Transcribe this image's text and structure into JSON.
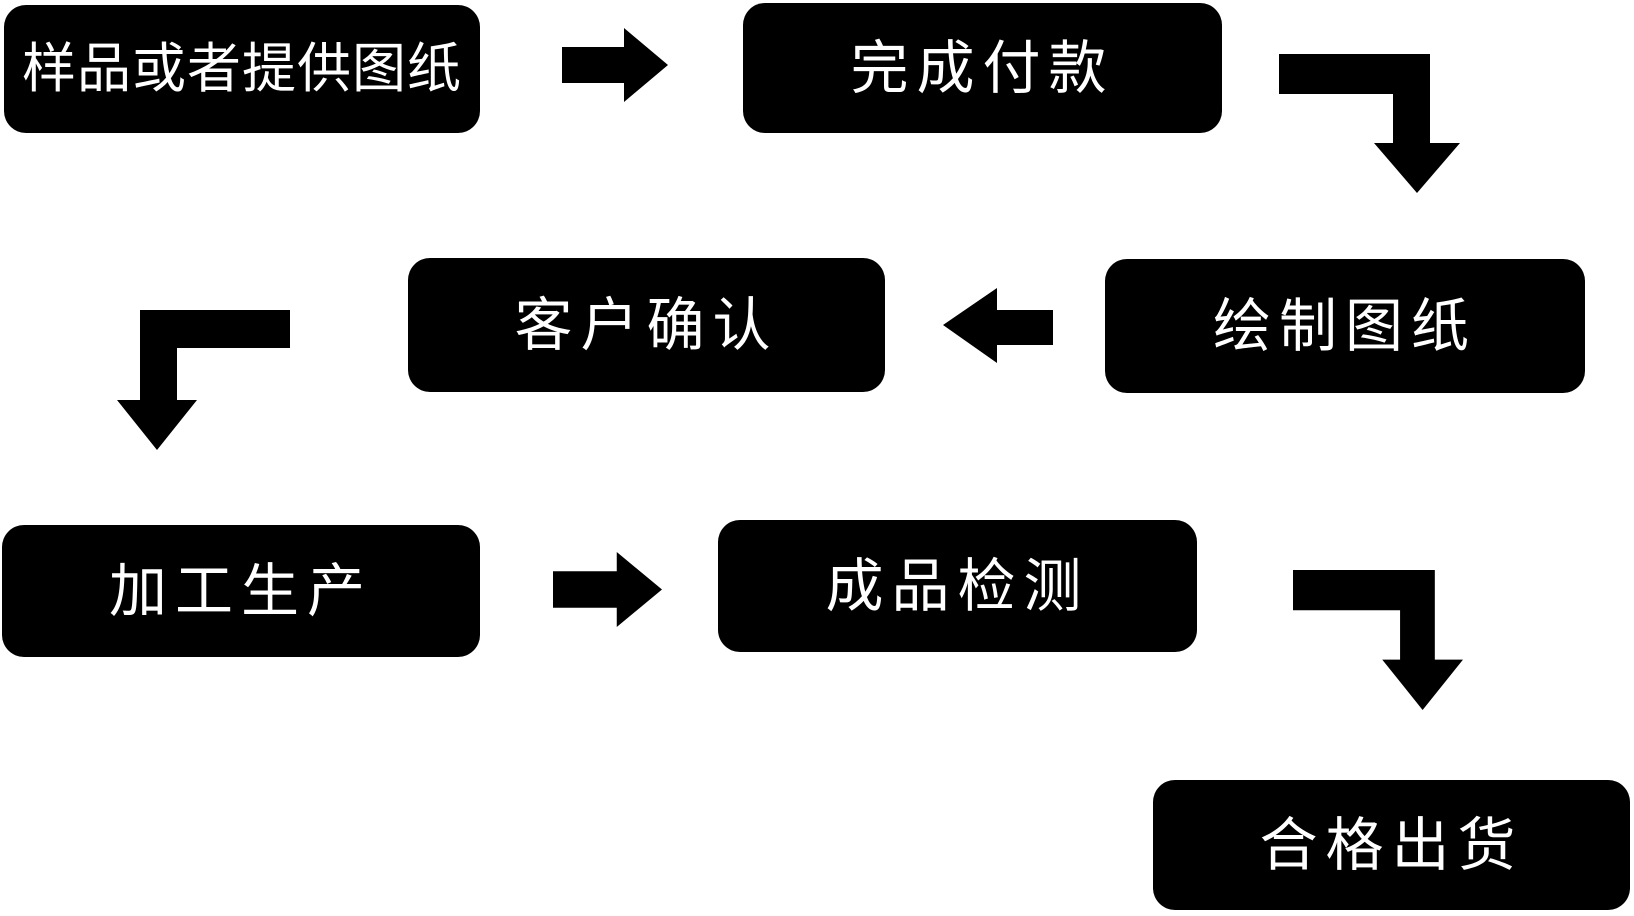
{
  "diagram": {
    "type": "flowchart",
    "background_color": "#ffffff",
    "node_fill_color": "#000000",
    "node_text_color": "#ffffff",
    "arrow_color": "#000000",
    "nodes": [
      {
        "id": "sample",
        "label": "样品或者提供图纸"
      },
      {
        "id": "payment",
        "label": "完成付款"
      },
      {
        "id": "draw",
        "label": "绘制图纸"
      },
      {
        "id": "confirm",
        "label": "客户确认"
      },
      {
        "id": "production",
        "label": "加工生产"
      },
      {
        "id": "inspection",
        "label": "成品检测"
      },
      {
        "id": "shipment",
        "label": "合格出货"
      }
    ],
    "edges": [
      {
        "from": "sample",
        "to": "payment",
        "arrow": "right"
      },
      {
        "from": "payment",
        "to": "draw",
        "arrow": "elbow-down-right"
      },
      {
        "from": "draw",
        "to": "confirm",
        "arrow": "left"
      },
      {
        "from": "confirm",
        "to": "production",
        "arrow": "elbow-down-left"
      },
      {
        "from": "production",
        "to": "inspection",
        "arrow": "right"
      },
      {
        "from": "inspection",
        "to": "shipment",
        "arrow": "elbow-down-right"
      }
    ]
  }
}
